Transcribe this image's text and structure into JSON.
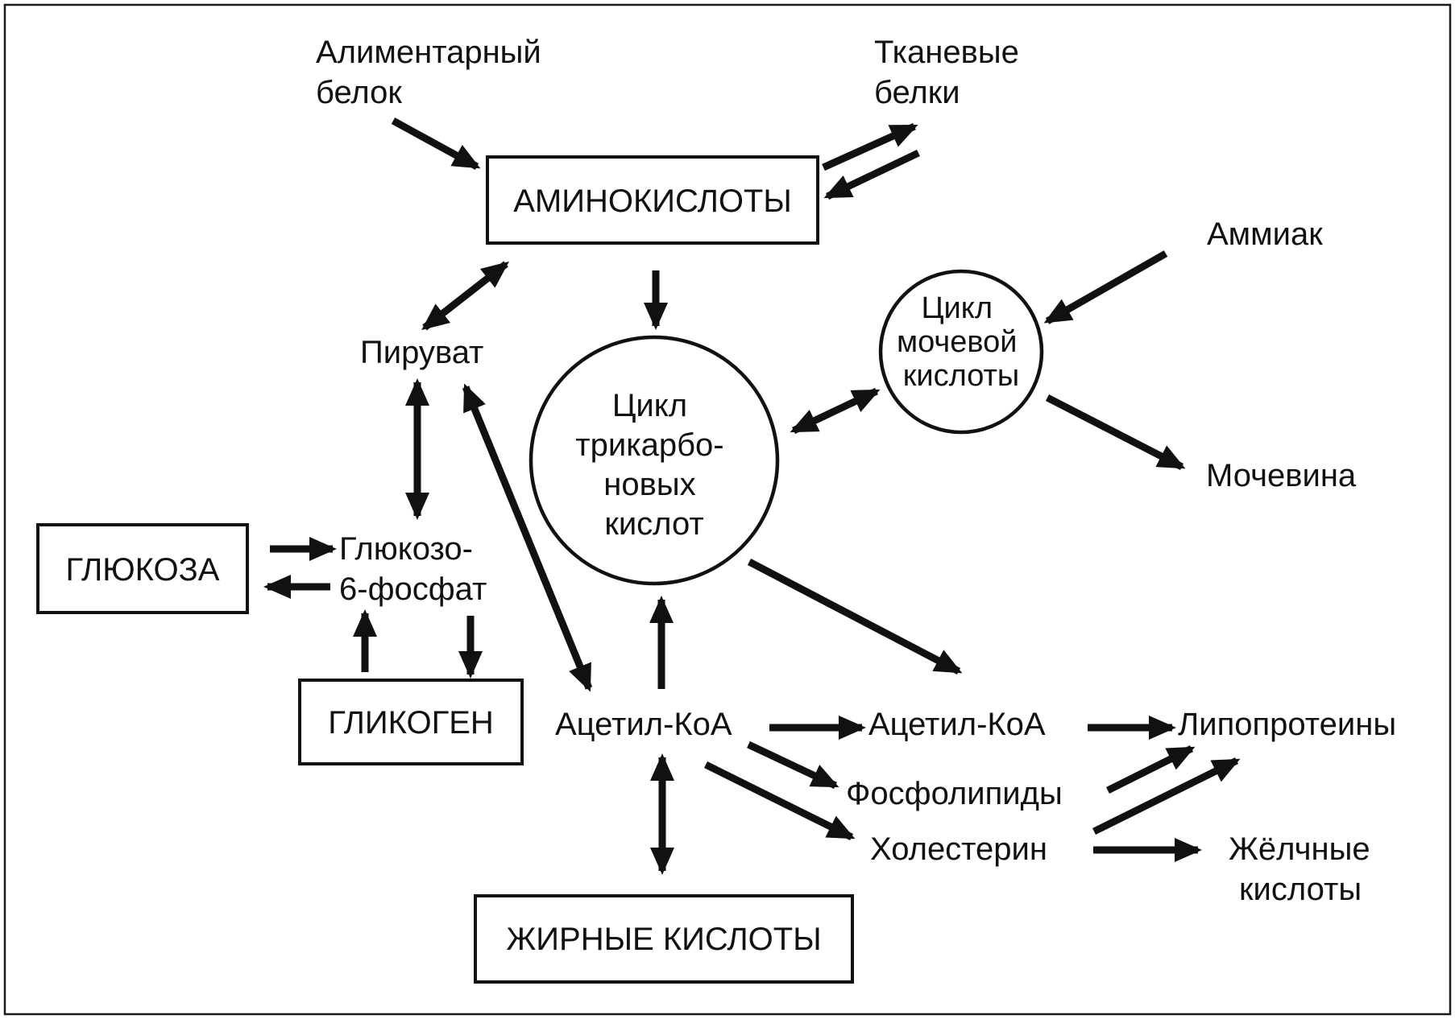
{
  "nodes": {
    "aminoacids": "АМИНОКИСЛОТЫ",
    "dietary_protein": [
      "Алиментарный",
      "белок"
    ],
    "tissue_proteins": [
      "Тканевые",
      "белки"
    ],
    "ammonia": "Аммиак",
    "urea_cycle": [
      "Цикл",
      "мочевой",
      "кислоты"
    ],
    "urea": "Мочевина",
    "pyruvate": "Пируват",
    "tca_cycle": [
      "Цикл",
      "трикарбо-",
      "новых",
      "кислот"
    ],
    "glucose": "ГЛЮКОЗА",
    "g6p": [
      "Глюкозо-",
      "6-фосфат"
    ],
    "glycogen": "ГЛИКОГЕН",
    "acetyl_coa_1": "Ацетил-КоА",
    "acetyl_coa_2": "Ацетил-КоА",
    "lipoproteins": "Липопротеины",
    "phospholipids": "Фосфолипиды",
    "cholesterol": "Холестерин",
    "bile_acids": [
      "Жёлчные",
      "кислоты"
    ],
    "fatty_acids": "ЖИРНЫЕ КИСЛОТЫ"
  },
  "colors": {
    "ink": "#111111",
    "background": "#ffffff"
  }
}
